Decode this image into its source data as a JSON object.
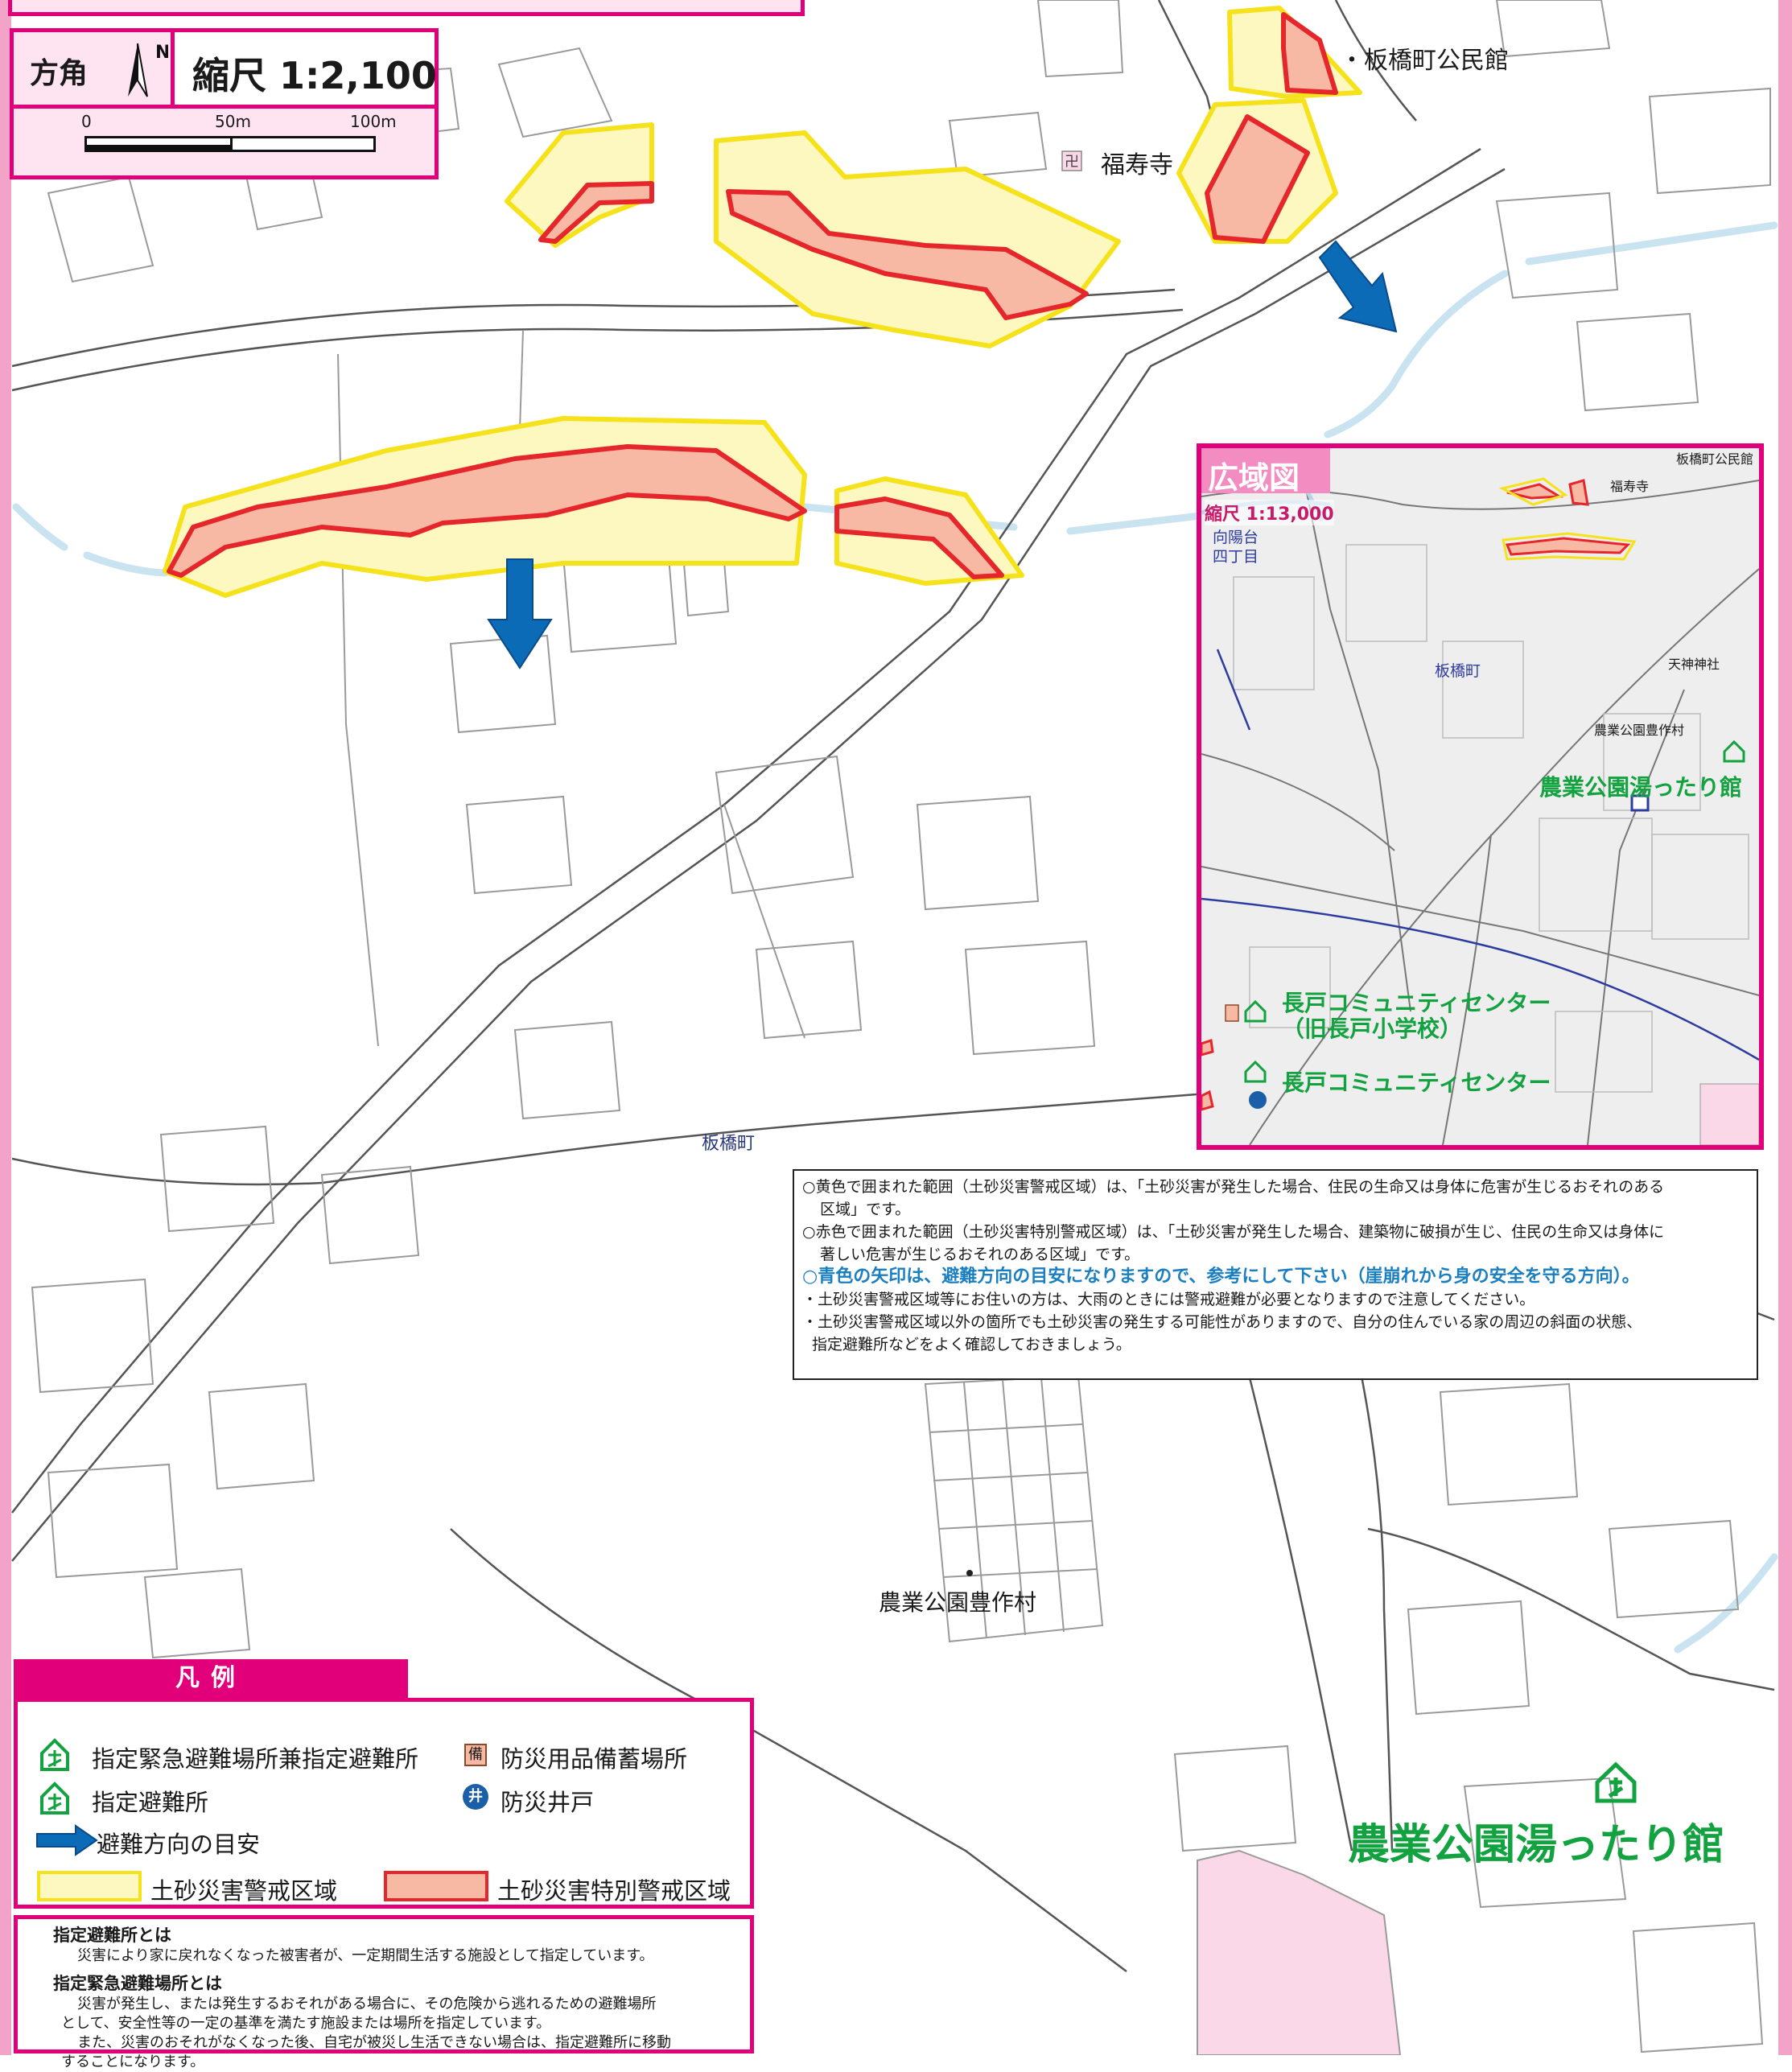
{
  "header": {
    "direction_label": "方角",
    "north_letter": "N",
    "scale_text": "縮尺 1:2,100",
    "scalebar_ticks": [
      "0",
      "50m",
      "100m"
    ]
  },
  "map_labels": {
    "community_hall": "・板橋町公民館",
    "temple": "福寿寺",
    "area_name": "板橋町",
    "farm_village": "農業公園豊作村",
    "shelter_yuttari": "農業公園湯ったり館"
  },
  "inset": {
    "title": "広域図",
    "scale": "縮尺 1:13,000",
    "labels": {
      "mukoyodai_1": "向陽台",
      "mukoyodai_2": "四丁目",
      "community_hall": "板橋町公民館",
      "temple": "福寿寺",
      "area": "板橋町",
      "shrine": "天神神社",
      "farm_village": "農業公園豊作村",
      "yuttari": "農業公園湯ったり館",
      "nagato_old_1": "長戸コミュニティセンター",
      "nagato_old_2": "（旧長戸小学校）",
      "nagato_cc": "長戸コミュニティセンター"
    }
  },
  "notes": [
    "○黄色で囲まれた範囲（土砂災害警戒区域）は、「土砂災害が発生した場合、住民の生命又は身体に危害が生じるおそれのある",
    "区域」です。",
    "○赤色で囲まれた範囲（土砂災害特別警戒区域）は、「土砂災害が発生した場合、建築物に破損が生じ、住民の生命又は身体に",
    "著しい危害が生じるおそれのある区域」です。",
    "○青色の矢印は、避難方向の目安になりますので、参考にして下さい（崖崩れから身の安全を守る方向）。",
    "・土砂災害警戒区域等にお住いの方は、大雨のときには警戒避難が必要となりますので注意してください。",
    "・土砂災害警戒区域以外の箇所でも土砂災害の発生する可能性がありますので、自分の住んでいる家の周辺の斜面の状態、",
    "指定避難所などをよく確認しておきましょう。"
  ],
  "legend": {
    "title": "凡例",
    "items": {
      "emergency_shelter": "指定緊急避難場所兼指定避難所",
      "stockpile": "防災用品備蓄場所",
      "stockpile_glyph": "備",
      "shelter": "指定避難所",
      "well": "防災井戸",
      "well_glyph": "井",
      "evac_direction": "避難方向の目安",
      "warning_zone": "土砂災害警戒区域",
      "special_zone": "土砂災害特別警戒区域"
    },
    "definitions": {
      "shelter_title": "指定避難所とは",
      "shelter_text": "災害により家に戻れなくなった被害者が、一定期間生活する施設として指定しています。",
      "emergency_title": "指定緊急避難場所とは",
      "emergency_text_1": "災害が発生し、または発生するおそれがある場合に、その危険から逃れるための避難場所",
      "emergency_text_2": "として、安全性等の一定の基準を満たす施設または場所を指定しています。",
      "emergency_text_3": "また、災害のおそれがなくなった後、自宅が被災し生活できない場合は、指定避難所に移動",
      "emergency_text_4": "することになります。"
    }
  },
  "colors": {
    "frame_pink": "#e2007a",
    "warning_fill": "#fdf7c0",
    "warning_stroke": "#f5e21a",
    "special_fill": "#f7b9a3",
    "special_stroke": "#e5262b",
    "arrow_blue": "#0b6bb7",
    "shelter_green": "#12a23f",
    "river": "#c9e3f1"
  }
}
